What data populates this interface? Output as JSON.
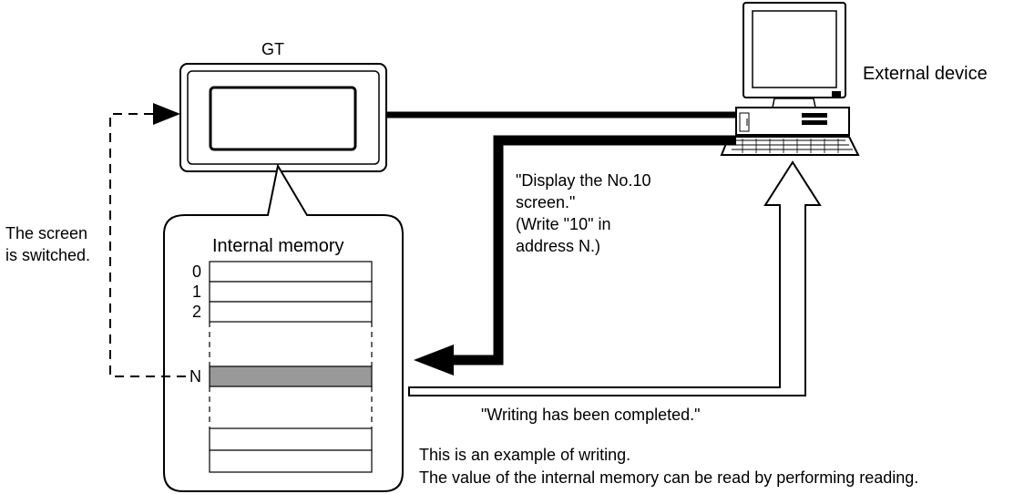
{
  "gt": {
    "title": "GT"
  },
  "external_device": {
    "label": "External device"
  },
  "memory": {
    "title": "Internal memory",
    "addresses": [
      "0",
      "1",
      "2",
      "N"
    ]
  },
  "switch_note": {
    "line1": "The screen",
    "line2": "is switched."
  },
  "request_note": {
    "line1": "\"Display the No.10",
    "line2": "screen.\"",
    "line3": "(Write \"10\" in",
    "line4": "address N.)"
  },
  "completion_note": "\"Writing has been completed.\"",
  "footer_note": {
    "line1": "This is an example of writing.",
    "line2": "The value of the internal memory can be read by performing reading."
  },
  "colors": {
    "line": "#000000",
    "highlight_cell": "#999999",
    "background": "#ffffff"
  }
}
